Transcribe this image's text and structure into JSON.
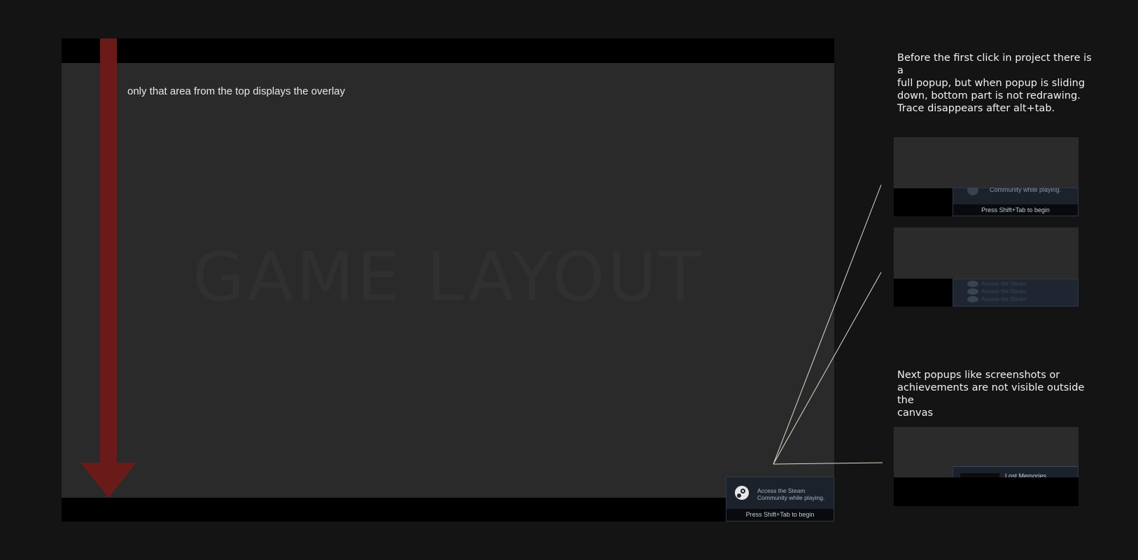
{
  "game": {
    "title": "GAME LAYOUT",
    "overlay_note": "only that area from the top displays the overlay"
  },
  "popup": {
    "line1": "Access the Steam",
    "line2": "Community while playing.",
    "footer": "Press Shift+Tab to begin"
  },
  "notes": {
    "redraw_line1": "Before the first click in project there is a",
    "redraw_line2": "full popup, but when popup is sliding",
    "redraw_line3": "down, bottom part is not redrawing.",
    "trace": "Trace disappears after alt+tab.",
    "next_line1": "Next popups like screenshots or",
    "next_line2": "achievements are not visible outside the",
    "next_line3": "canvas"
  },
  "thumb1": {
    "message": "Community while playing.",
    "footer": "Press Shift+Tab to begin"
  },
  "thumb2": {
    "ghost1": "Access the Steam",
    "ghost2": "Access the Steam",
    "ghost3": "Access the Steam"
  },
  "thumb3": {
    "title": "Lost Memories"
  },
  "colors": {
    "page_bg": "#141414",
    "canvas_bg": "#2a2a2a",
    "letterbox": "#000000",
    "arrow": "#6b1a1a",
    "popup_bg": "#1c222c",
    "callout_line": "#e0dccb"
  },
  "icons": {
    "popup_logo": "steam-logo-icon",
    "arrow": "arrow-down-icon"
  }
}
